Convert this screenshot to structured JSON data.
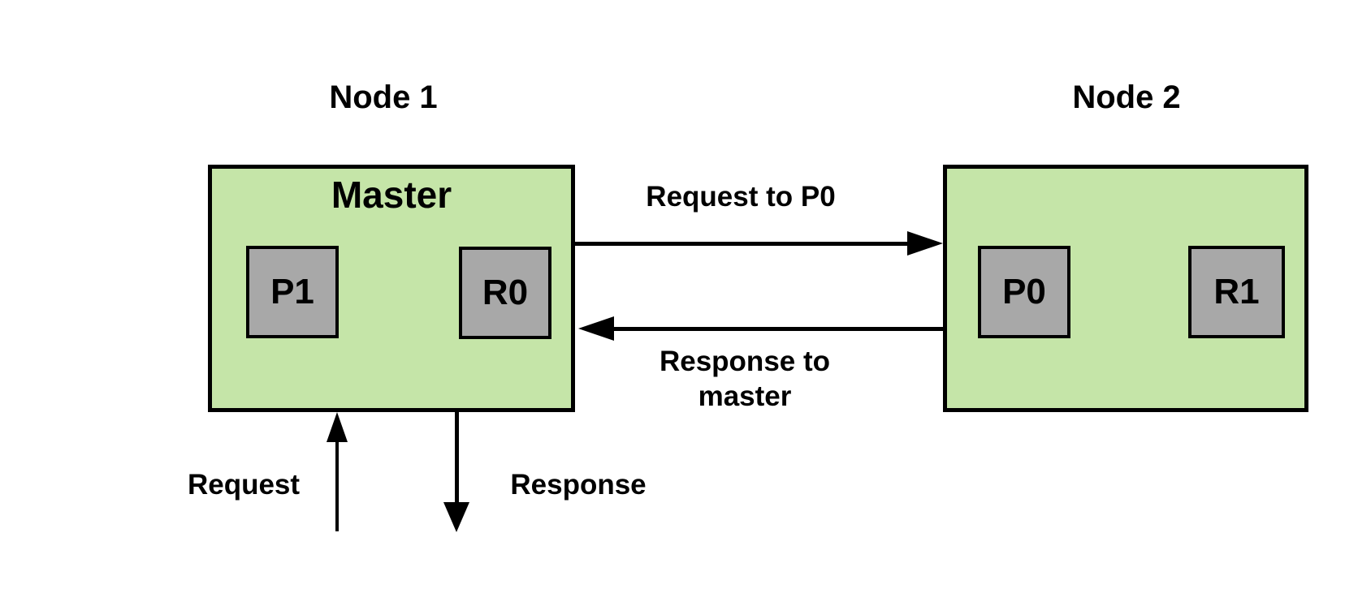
{
  "colors": {
    "node_fill": "#c5e5a8",
    "port_fill": "#a8a8a8",
    "line_color": "#000000"
  },
  "node1": {
    "title": "Node 1",
    "heading": "Master",
    "ports": [
      {
        "label": "P1"
      },
      {
        "label": "R0"
      }
    ]
  },
  "node2": {
    "title": "Node 2",
    "ports": [
      {
        "label": "P0"
      },
      {
        "label": "R1"
      }
    ]
  },
  "edges": {
    "request_to_p0": "Request to P0",
    "response_to_master": "Response to master",
    "request": "Request",
    "response": "Response"
  }
}
